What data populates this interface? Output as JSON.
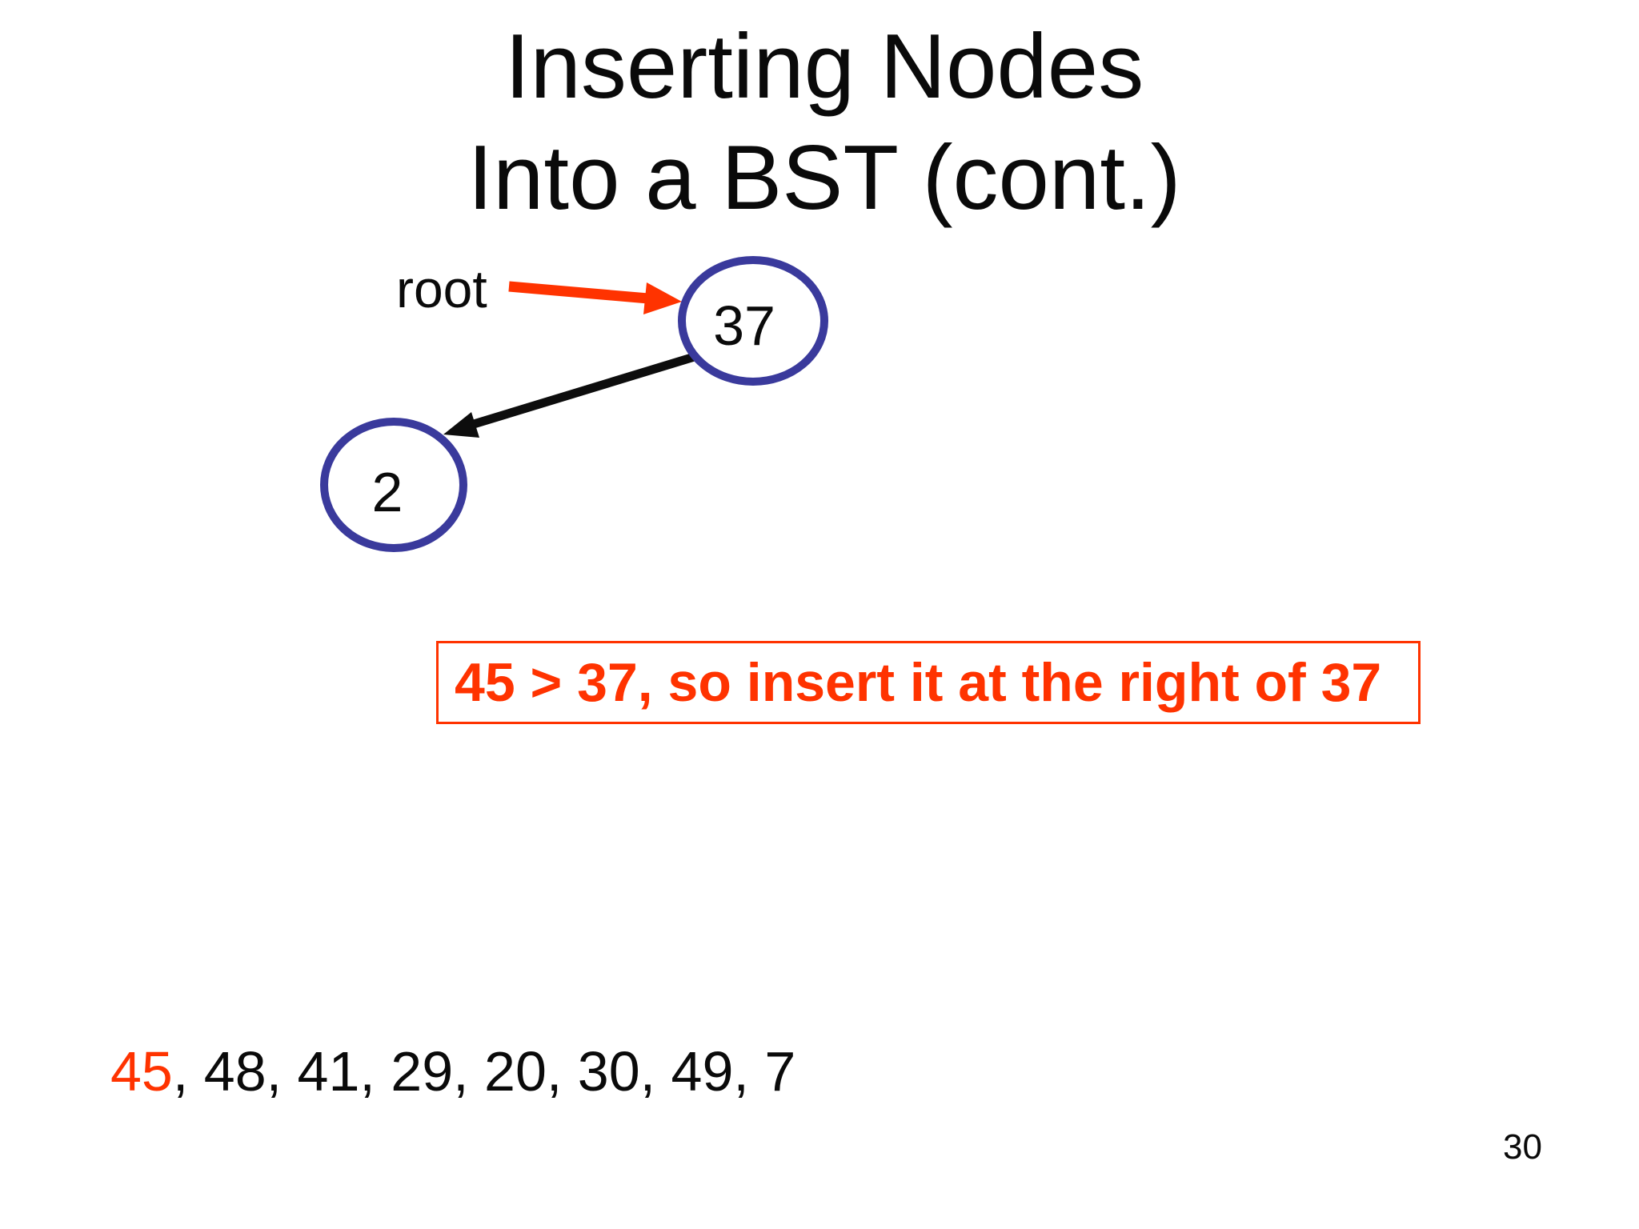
{
  "slide": {
    "title_line1": "Inserting Nodes",
    "title_line2": "Into a BST (cont.)",
    "page_number": "30"
  },
  "tree": {
    "root_label": "root",
    "nodes": [
      {
        "value": "37",
        "role": "root"
      },
      {
        "value": "2",
        "role": "left-child-of-37"
      }
    ],
    "edges": [
      {
        "from": "37",
        "to": "2",
        "direction": "left"
      }
    ]
  },
  "callout": {
    "text": "45 > 37, so insert it at the right of 37"
  },
  "sequence": {
    "current": "45",
    "remaining": ", 48, 41, 29, 20, 30, 49, 7"
  },
  "colors": {
    "accent": "#ff3300",
    "node_stroke": "#3a3a9c",
    "text": "#0a0a0a"
  }
}
